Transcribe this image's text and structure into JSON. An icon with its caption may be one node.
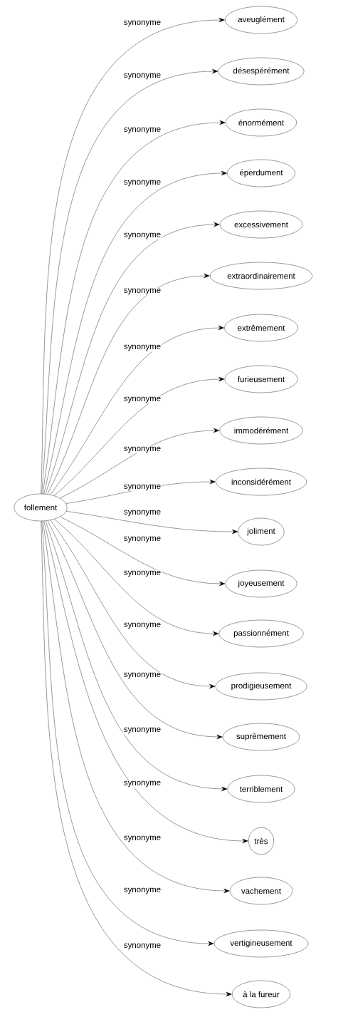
{
  "diagram": {
    "nodes": [
      {
        "text": [
          "follement"
        ]
      },
      {
        "text": [
          "aveuglément"
        ]
      },
      {
        "text": [
          "désespérément"
        ]
      },
      {
        "text": [
          "énormément"
        ]
      },
      {
        "text": [
          "éperdument"
        ]
      },
      {
        "text": [
          "excessivement"
        ]
      },
      {
        "text": [
          "extraordinairement"
        ]
      },
      {
        "text": [
          "extrêmement"
        ]
      },
      {
        "text": [
          "furieusement"
        ]
      },
      {
        "text": [
          "immodérément"
        ]
      },
      {
        "text": [
          "inconsidérément"
        ]
      },
      {
        "text": [
          "joliment"
        ]
      },
      {
        "text": [
          "joyeusement"
        ]
      },
      {
        "text": [
          "passionnément"
        ]
      },
      {
        "text": [
          "prodigieusement"
        ]
      },
      {
        "text": [
          "suprêmement"
        ]
      },
      {
        "text": [
          "terriblement"
        ]
      },
      {
        "text": [
          "très"
        ]
      },
      {
        "text": [
          "vachement"
        ]
      },
      {
        "text": [
          "vertigineusement"
        ]
      },
      {
        "text": [
          "à la fureur"
        ]
      }
    ],
    "edges": [
      {
        "from": 0,
        "to": 1,
        "arrow": "to",
        "label": "synonyme"
      },
      {
        "from": 0,
        "to": 2,
        "arrow": "to",
        "label": "synonyme"
      },
      {
        "from": 0,
        "to": 3,
        "arrow": "to",
        "label": "synonyme"
      },
      {
        "from": 0,
        "to": 4,
        "arrow": "to",
        "label": "synonyme"
      },
      {
        "from": 0,
        "to": 5,
        "arrow": "to",
        "label": "synonyme"
      },
      {
        "from": 0,
        "to": 6,
        "arrow": "to",
        "label": "synonyme"
      },
      {
        "from": 0,
        "to": 7,
        "arrow": "to",
        "label": "synonyme"
      },
      {
        "from": 0,
        "to": 8,
        "arrow": "to",
        "label": "synonyme"
      },
      {
        "from": 0,
        "to": 9,
        "arrow": "to",
        "label": "synonyme"
      },
      {
        "from": 0,
        "to": 10,
        "arrow": "to",
        "label": "synonyme"
      },
      {
        "from": 0,
        "to": 11,
        "arrow": "to",
        "label": "synonyme"
      },
      {
        "from": 0,
        "to": 12,
        "arrow": "to",
        "label": "synonyme"
      },
      {
        "from": 0,
        "to": 13,
        "arrow": "to",
        "label": "synonyme"
      },
      {
        "from": 0,
        "to": 14,
        "arrow": "to",
        "label": "synonyme"
      },
      {
        "from": 0,
        "to": 15,
        "arrow": "to",
        "label": "synonyme"
      },
      {
        "from": 0,
        "to": 16,
        "arrow": "to",
        "label": "synonyme"
      },
      {
        "from": 0,
        "to": 17,
        "arrow": "to",
        "label": "synonyme"
      },
      {
        "from": 0,
        "to": 18,
        "arrow": "to",
        "label": "synonyme"
      },
      {
        "from": 0,
        "to": 19,
        "arrow": "to",
        "label": "synonyme"
      },
      {
        "from": 0,
        "to": 20,
        "arrow": "to",
        "label": "synonyme"
      }
    ]
  }
}
